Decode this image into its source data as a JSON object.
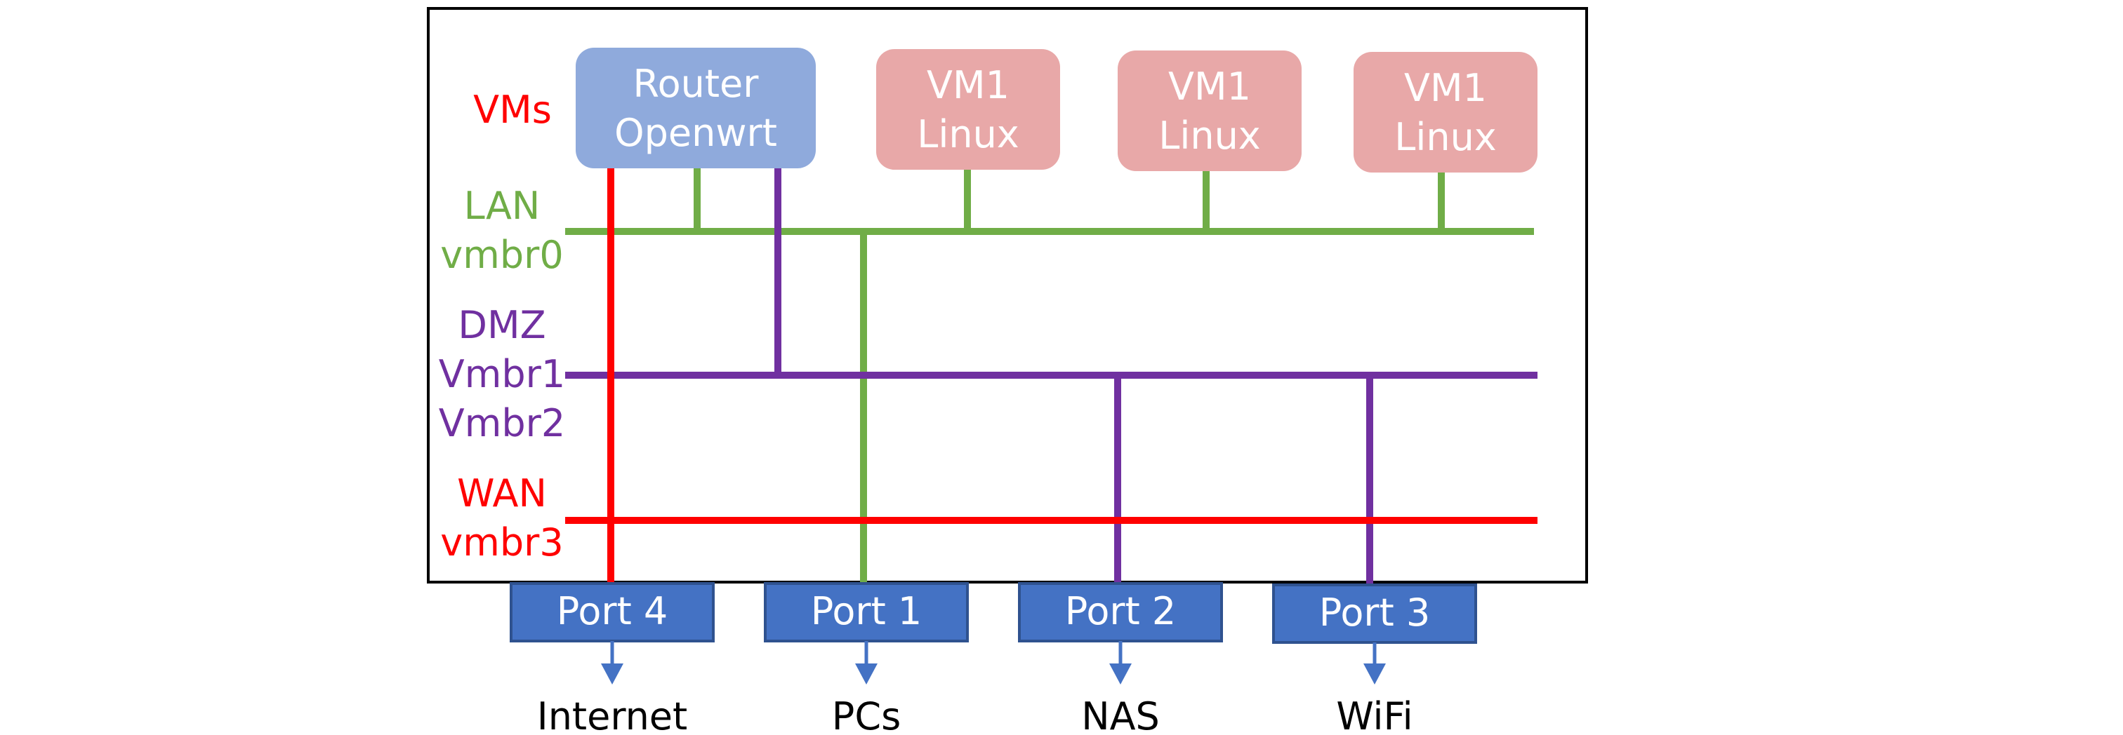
{
  "labels": {
    "vms": "VMs",
    "lan_line1": "LAN",
    "lan_line2": "vmbr0",
    "dmz_line1": "DMZ",
    "dmz_line2": "Vmbr1",
    "dmz_line3": "Vmbr2",
    "wan_line1": "WAN",
    "wan_line2": "vmbr3"
  },
  "vms": [
    {
      "line1": "Router",
      "line2": "Openwrt",
      "color": "#8FAADC"
    },
    {
      "line1": "VM1",
      "line2": "Linux",
      "color": "#E8A8A8"
    },
    {
      "line1": "VM1",
      "line2": "Linux",
      "color": "#E8A8A8"
    },
    {
      "line1": "VM1",
      "line2": "Linux",
      "color": "#E8A8A8"
    }
  ],
  "ports": [
    {
      "label": "Port 4",
      "destination": "Internet"
    },
    {
      "label": "Port 1",
      "destination": "PCs"
    },
    {
      "label": "Port 2",
      "destination": "NAS"
    },
    {
      "label": "Port 3",
      "destination": "WiFi"
    }
  ],
  "colors": {
    "lan": "#70AD47",
    "dmz": "#7030A0",
    "wan": "#FF0000",
    "port_fill": "#4472C4",
    "port_border": "#2F528F",
    "frame": "#000000"
  }
}
